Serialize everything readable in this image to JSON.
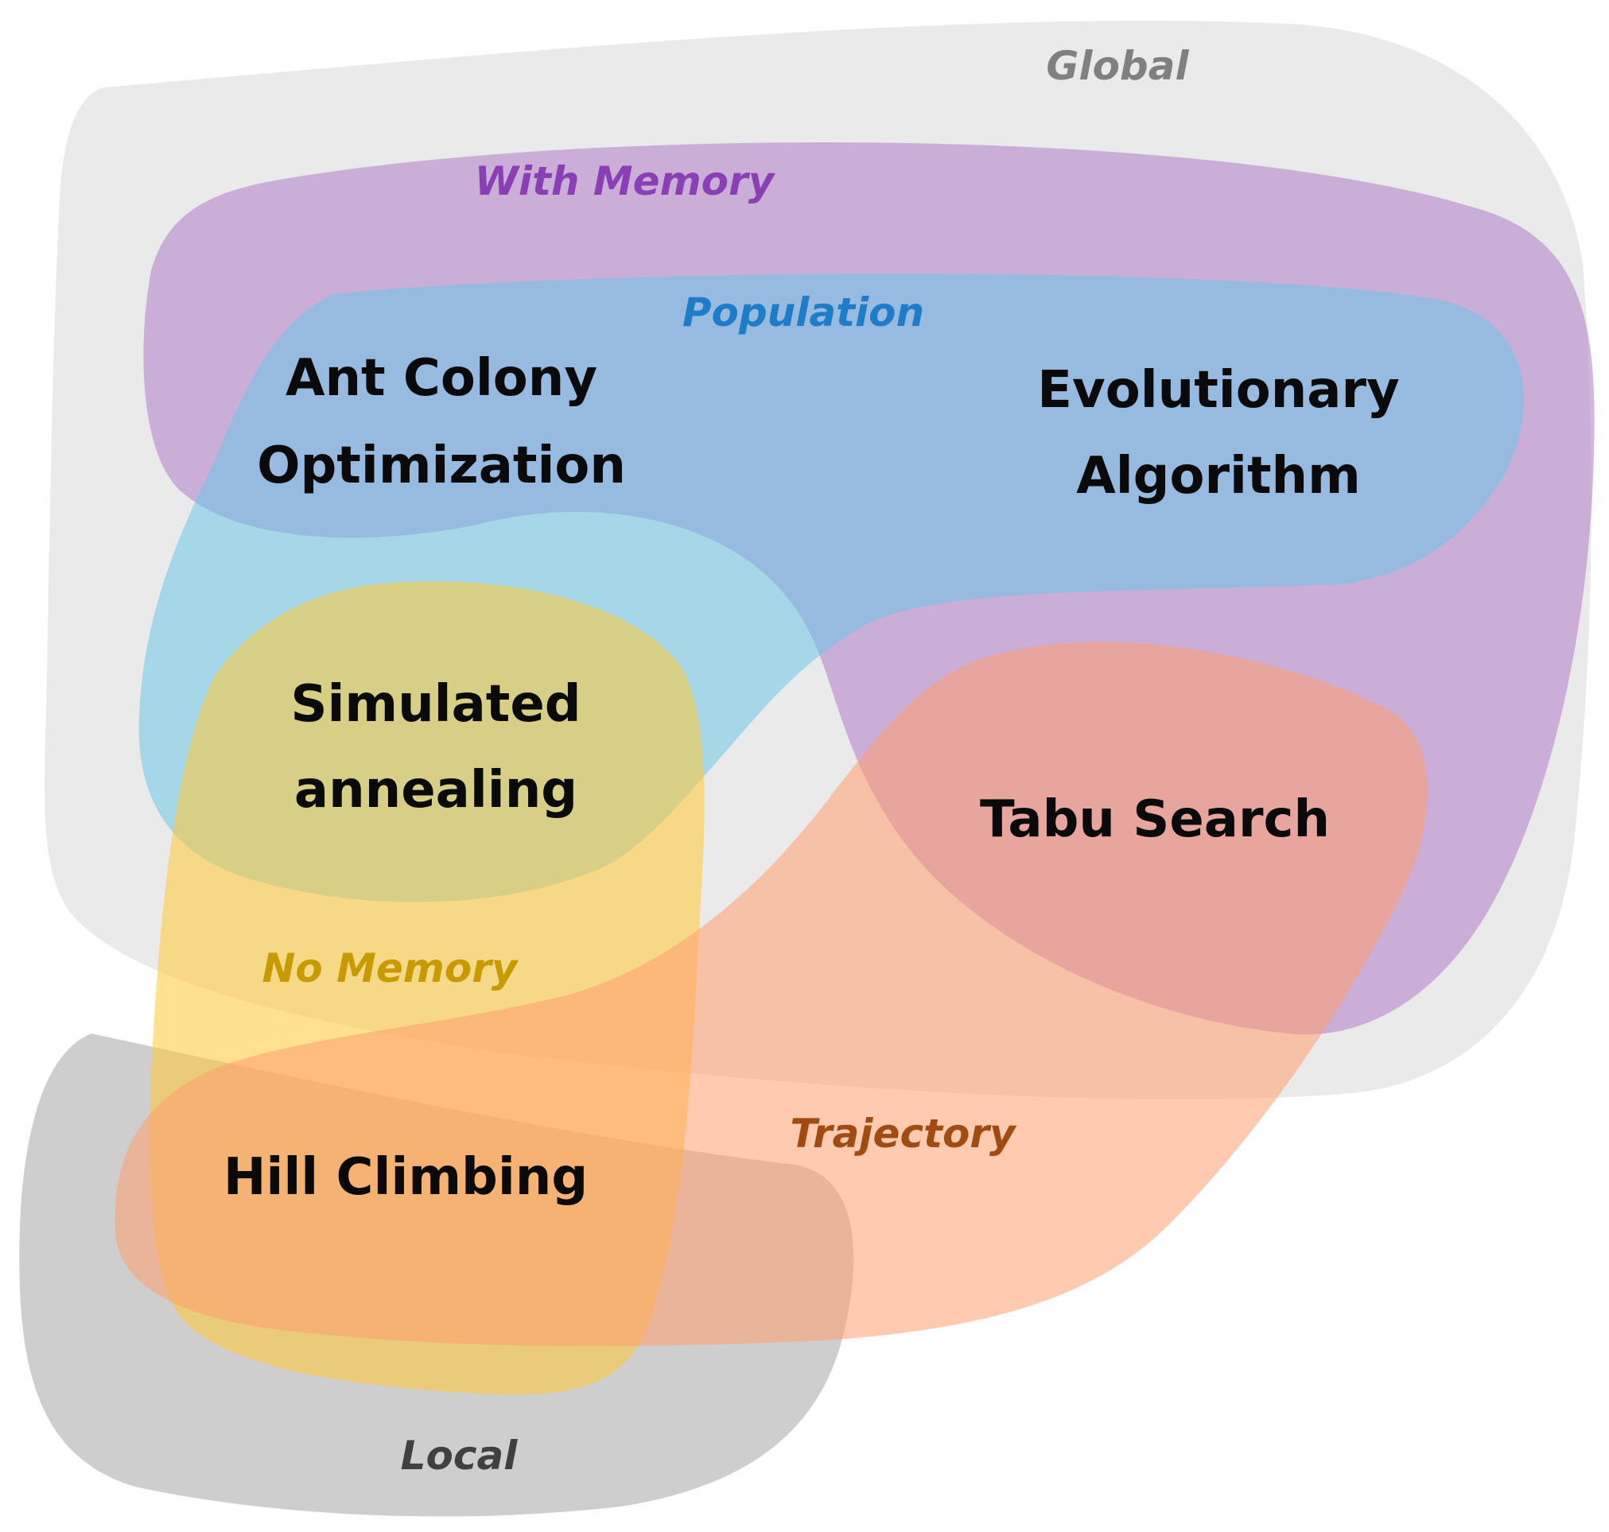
{
  "regions": {
    "global": {
      "label": "Global",
      "fill": "#d9d9d9",
      "text_color": "#808080"
    },
    "local": {
      "label": "Local",
      "fill": "#a6a6a6",
      "text_color": "#404040"
    },
    "with_memory": {
      "label": "With Memory",
      "fill": "#b07cc6",
      "text_color": "#8a3fb5"
    },
    "population": {
      "label": "Population",
      "fill": "#6ec6e8",
      "text_color": "#1f7cc8"
    },
    "no_memory": {
      "label": "No Memory",
      "fill": "#ffc833",
      "text_color": "#c79a00"
    },
    "trajectory": {
      "label": "Trajectory",
      "fill": "#ff9f6e",
      "text_color": "#a14a12"
    }
  },
  "algorithms": {
    "ant_colony": {
      "line1": "Ant Colony",
      "line2": "Optimization"
    },
    "evolutionary": {
      "line1": "Evolutionary",
      "line2": "Algorithm"
    },
    "simulated_annealing": {
      "line1": "Simulated",
      "line2": "annealing"
    },
    "tabu_search": {
      "line1": "Tabu Search"
    },
    "hill_climbing": {
      "line1": "Hill Climbing"
    }
  }
}
